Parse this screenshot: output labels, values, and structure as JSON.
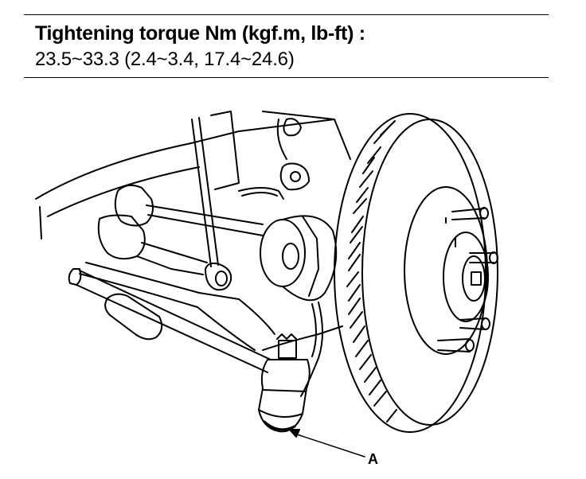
{
  "header": {
    "torque_title": "Tightening torque Nm (kgf.m, lb-ft) :",
    "torque_values": "23.5~33.3 (2.4~3.4, 17.4~24.6)"
  },
  "figure": {
    "callout_label": "A"
  }
}
